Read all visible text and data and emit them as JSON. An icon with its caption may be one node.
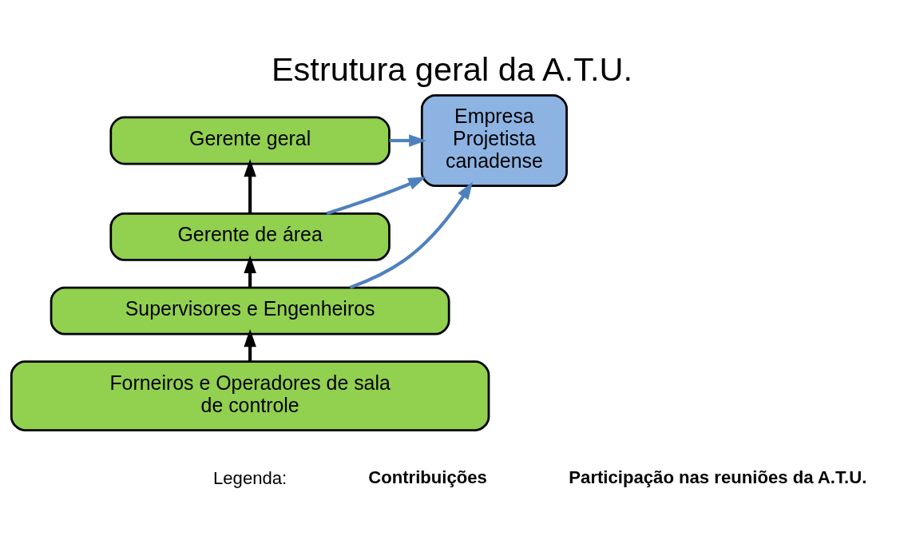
{
  "diagram": {
    "title": "Estrutura geral da A.T.U.",
    "nodes": [
      {
        "text": [
          "Gerente geral"
        ]
      },
      {
        "text": [
          "Gerente de área"
        ]
      },
      {
        "text": [
          "Supervisores e Engenheiros"
        ]
      },
      {
        "text": [
          "Forneiros e Operadores de sala de controle"
        ]
      },
      {
        "text": [
          "Empresa Projetista canadense"
        ]
      }
    ],
    "edges": [
      {
        "from": 1,
        "to": 0,
        "arrow": "to"
      },
      {
        "from": 2,
        "to": 1,
        "arrow": "to"
      },
      {
        "from": 3,
        "to": 2,
        "arrow": "to"
      },
      {
        "from": 0,
        "to": 4,
        "arrow": "to",
        "color": "#4f81bd"
      },
      {
        "from": 1,
        "to": 4,
        "arrow": "to",
        "color": "#4f81bd"
      },
      {
        "from": 2,
        "to": 4,
        "arrow": "to",
        "color": "#4f81bd"
      }
    ],
    "labels": [
      "Legenda:"
    ],
    "legend": [
      {
        "text": "Contribuições"
      },
      {
        "text": "Participação nas reuniões da A.T.U."
      }
    ]
  }
}
